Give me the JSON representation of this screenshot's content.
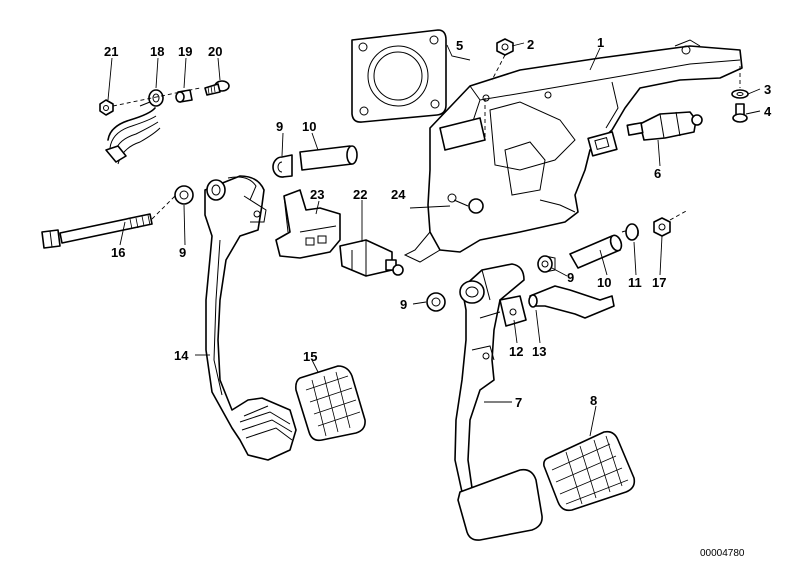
{
  "labels": {
    "p1": "1",
    "p2": "2",
    "p3": "3",
    "p4": "4",
    "p5": "5",
    "p6": "6",
    "p7": "7",
    "p8": "8",
    "p9a": "9",
    "p9b": "9",
    "p9c": "9",
    "p9d": "9",
    "p10a": "10",
    "p10b": "10",
    "p11": "11",
    "p12": "12",
    "p13": "13",
    "p14": "14",
    "p15": "15",
    "p16": "16",
    "p17": "17",
    "p18": "18",
    "p19": "19",
    "p20": "20",
    "p21": "21",
    "p22": "22",
    "p23": "23",
    "p24": "24"
  },
  "reference_code": "00004780"
}
